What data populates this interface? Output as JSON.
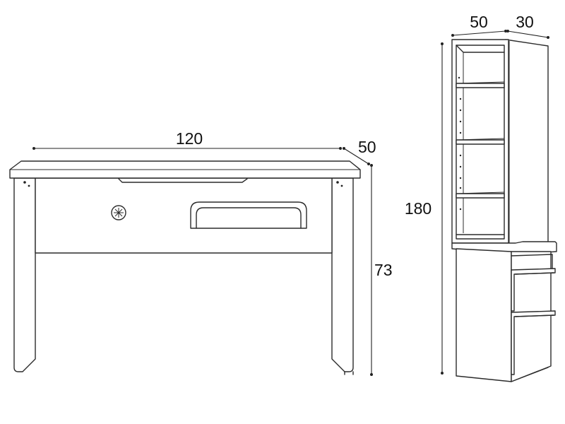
{
  "desk": {
    "width_label": "120",
    "depth_label": "50",
    "height_label": "73"
  },
  "bookcase": {
    "width_label": "50",
    "depth_label": "30",
    "height_label": "180"
  }
}
